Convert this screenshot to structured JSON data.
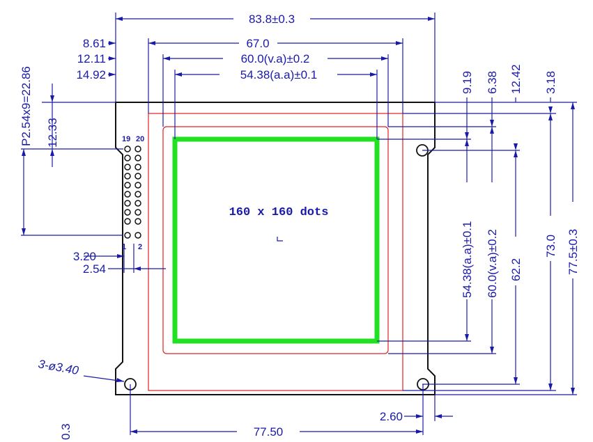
{
  "diagram": {
    "dimensions": {
      "overall_width": "83.8±0.3",
      "bezel_width": "67.0",
      "view_area_width": "60.0(v.a)±0.2",
      "active_area_width": "54.38(a.a)±0.1",
      "left_bezel_offset": "8.61",
      "left_va_offset": "12.11",
      "left_aa_offset": "14.92",
      "pin_pitch": "P2.54x9=22.86",
      "pin_top_offset": "12.33",
      "top_aa_offset": "9.19",
      "top_va_offset": "6.38",
      "hole_top_offset": "12.42",
      "top_bezel_offset": "3.18",
      "active_area_height": "54.38(a.a)±0.1",
      "view_area_height": "60.0(v.a)±0.2",
      "hole_spacing_vertical": "62.2",
      "bezel_height": "73.0",
      "overall_height": "77.5±0.3",
      "pin_x_offset": "3.20",
      "pin_row_pitch": "2.54",
      "mounting_holes": "3-ø3.40",
      "hole_spacing_horizontal": "77.50",
      "hole_right_offset": "2.60",
      "partial_dimension": "0.3"
    },
    "resolution_label": "160 x 160 dots",
    "pin_labels": {
      "pin_19": "19",
      "pin_20": "20",
      "pin_1": "1",
      "pin_2": "2"
    },
    "colors": {
      "dimension": "#1a1aa8",
      "outline": "#111111",
      "bezel": "#e02020",
      "active_area": "#22e022"
    }
  }
}
